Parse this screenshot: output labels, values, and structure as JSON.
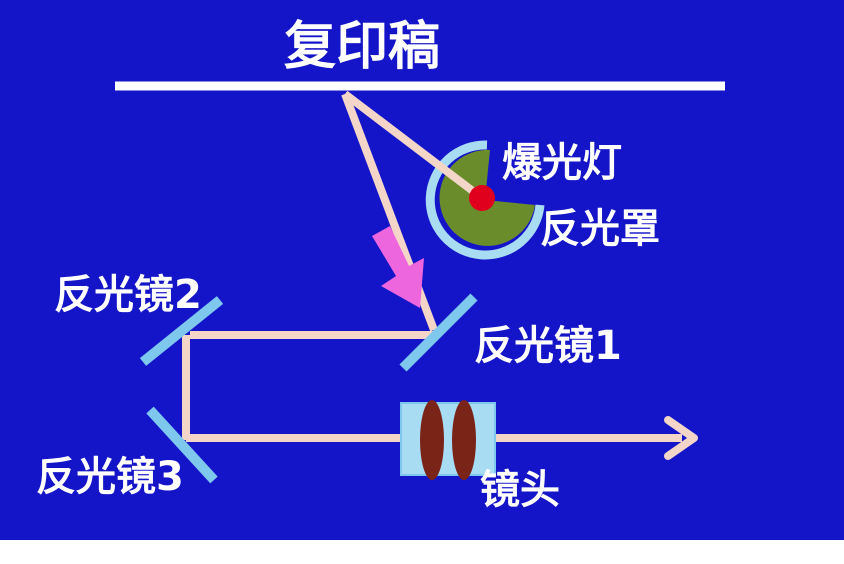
{
  "title": "复印稿",
  "labels": {
    "lamp": "爆光灯",
    "reflector": "反光罩",
    "mirror1": "反光镜1",
    "mirror2": "反光镜2",
    "mirror3": "反光镜3",
    "lens": "镜头"
  },
  "colors": {
    "background": "#1414c8",
    "light_path": "#f4d6c8",
    "mirror": "#7ec8ee",
    "lamp_bulb": "#e0001e",
    "reflector_inner": "#6b8c2a",
    "lens_body": "#a8dcf2",
    "lens_element": "#7a2418",
    "motion_arrow": "#ee66dd"
  }
}
